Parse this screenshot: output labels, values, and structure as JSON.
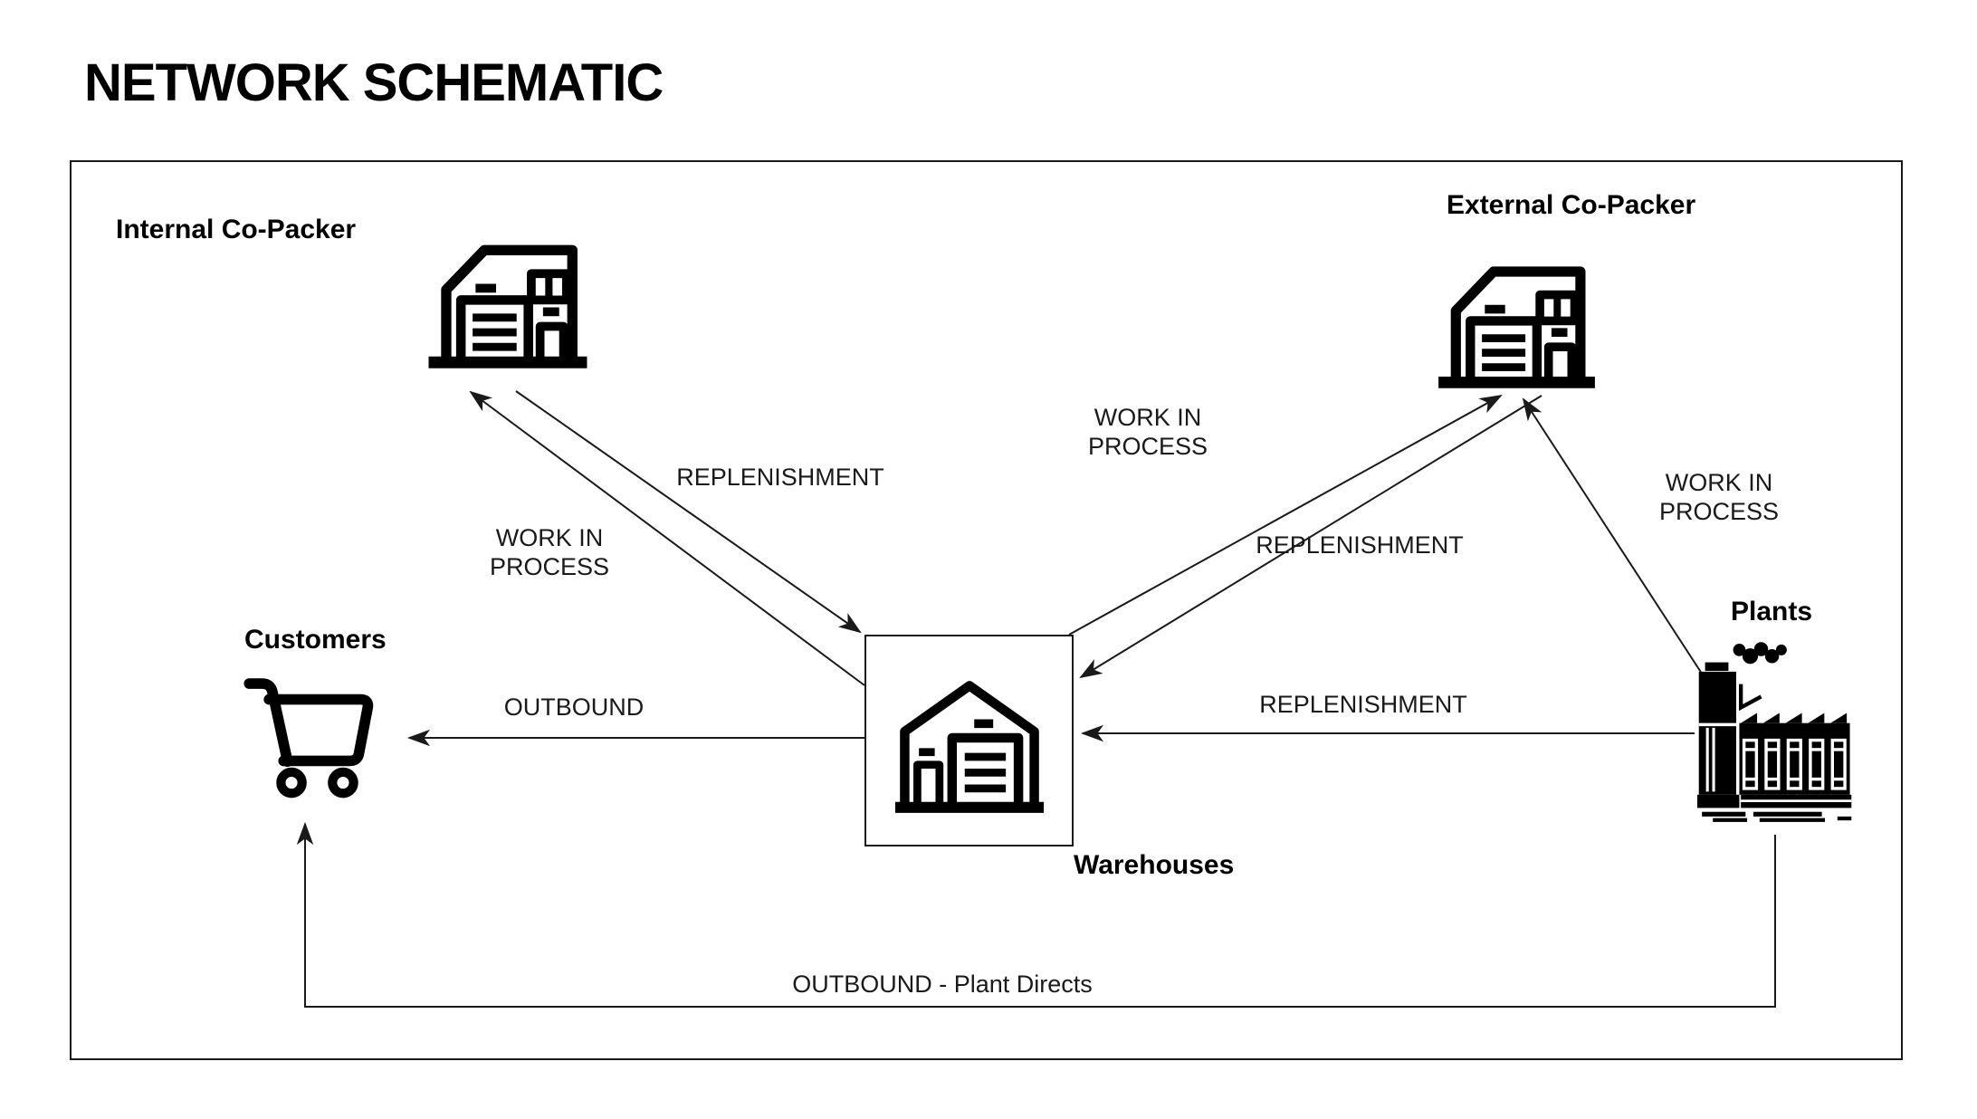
{
  "title": "NETWORK SCHEMATIC",
  "nodes": {
    "internal_copacker": {
      "label": "Internal Co-Packer",
      "icon": "warehouse-outline-icon"
    },
    "external_copacker": {
      "label": "External Co-Packer",
      "icon": "warehouse-outline-icon"
    },
    "customers": {
      "label": "Customers",
      "icon": "shopping-cart-icon"
    },
    "warehouses": {
      "label": "Warehouses",
      "icon": "warehouse-house-icon"
    },
    "plants": {
      "label": "Plants",
      "icon": "factory-icon"
    }
  },
  "edges": [
    {
      "id": "replenishment-internal",
      "from": "internal_copacker",
      "to": "warehouses",
      "label": "REPLENISHMENT"
    },
    {
      "id": "work-in-process-internal",
      "from": "warehouses",
      "to": "internal_copacker",
      "label": "WORK IN\nPROCESS"
    },
    {
      "id": "work-in-process-external",
      "from": "warehouses",
      "to": "external_copacker",
      "label": "WORK IN\nPROCESS"
    },
    {
      "id": "replenishment-external",
      "from": "external_copacker",
      "to": "warehouses",
      "label": "REPLENISHMENT"
    },
    {
      "id": "work-in-process-plants",
      "from": "plants",
      "to": "external_copacker",
      "label": "WORK IN\nPROCESS"
    },
    {
      "id": "outbound",
      "from": "warehouses",
      "to": "customers",
      "label": "OUTBOUND"
    },
    {
      "id": "replenishment-plants",
      "from": "plants",
      "to": "warehouses",
      "label": "REPLENISHMENT"
    },
    {
      "id": "outbound-plant-directs",
      "from": "plants",
      "to": "customers",
      "label": "OUTBOUND - Plant Directs"
    }
  ],
  "colors": {
    "line": "#1a1a1a",
    "icon": "#000000",
    "text": "#000000",
    "background": "#ffffff"
  }
}
